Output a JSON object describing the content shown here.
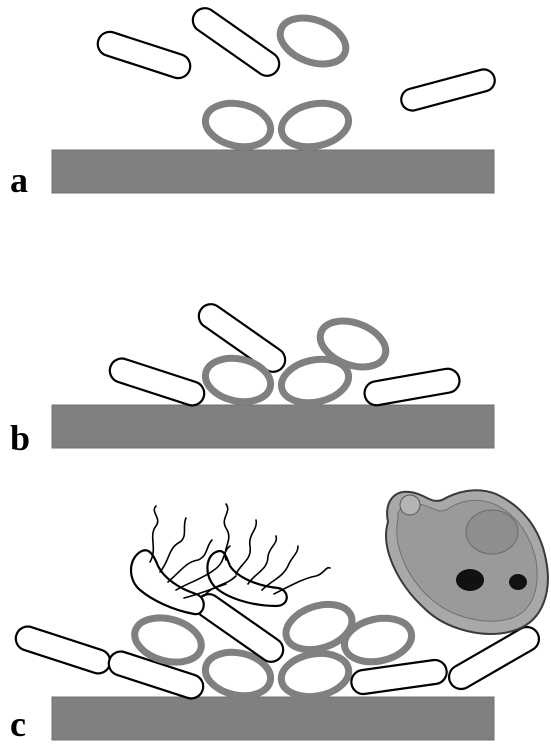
{
  "panels": [
    {
      "label": "a"
    },
    {
      "label": "b"
    },
    {
      "label": "c"
    }
  ],
  "colors": {
    "surface": "#808080",
    "cocci_stroke": "#808080",
    "rod_stroke": "#000000",
    "rod_fill": "#ffffff",
    "background": "#ffffff"
  }
}
